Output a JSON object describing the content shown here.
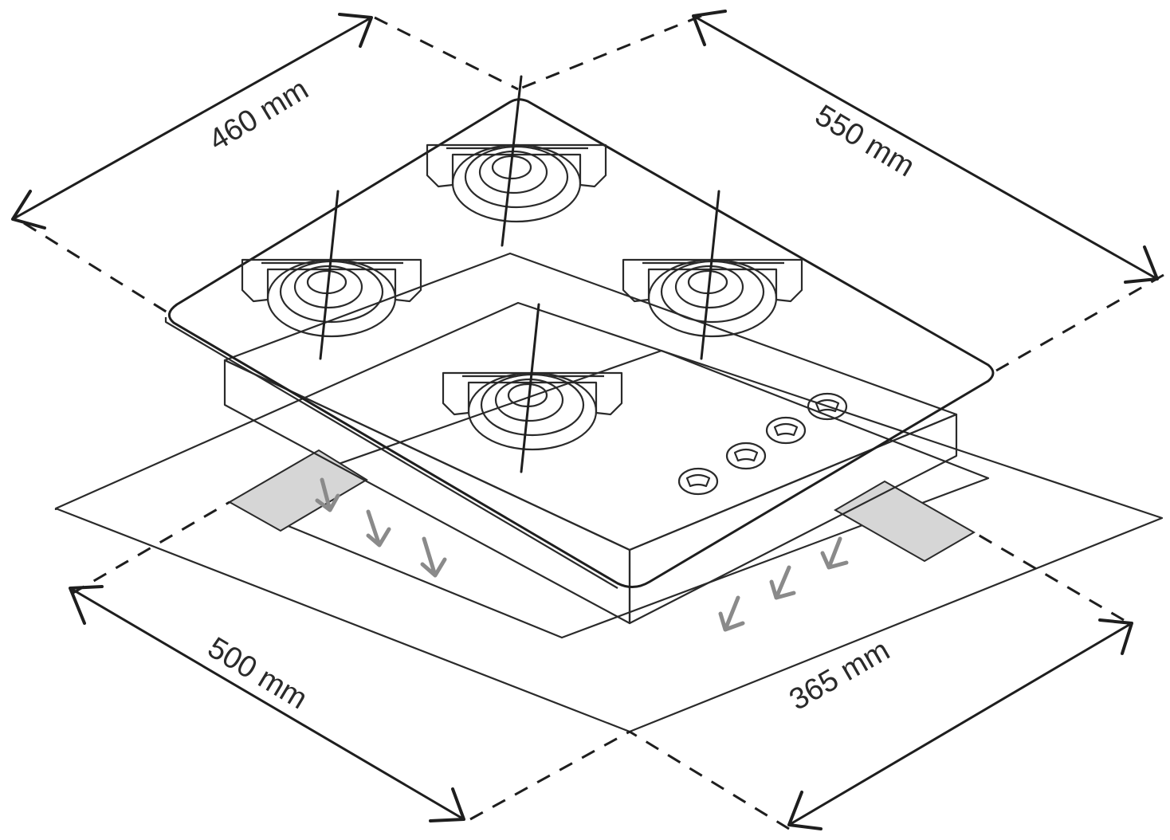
{
  "dimensions": {
    "top_left": "460 mm",
    "top_right": "550 mm",
    "bottom_left": "500 mm",
    "bottom_right": "365 mm"
  },
  "counts": {
    "burners": 4,
    "knobs": 4,
    "ventilation_cutouts": 2
  },
  "colors": {
    "line": "#1e1e1e",
    "cutout_fill": "#d6d6d6",
    "flow_arrow": "#8a8a8a"
  }
}
